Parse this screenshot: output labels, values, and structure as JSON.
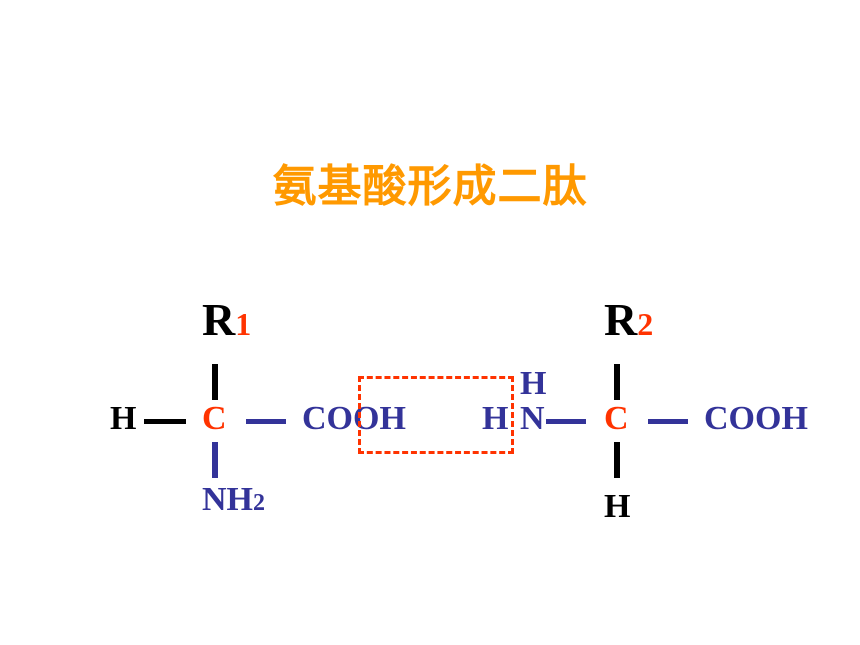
{
  "title": "氨基酸形成二肽",
  "amino_acid_1": {
    "r_letter": "R",
    "r_index": "1",
    "h": "H",
    "c": "C",
    "carboxyl": "COOH",
    "amino": "NH",
    "amino_sub": "2"
  },
  "amino_acid_2": {
    "r_letter": "R",
    "r_index": "2",
    "amino_h_top": "H",
    "amino_h_left": "H",
    "amino_n": "N",
    "c": "C",
    "carboxyl": "COOH",
    "h": "H"
  },
  "colors": {
    "title": "#ff9900",
    "alpha_carbon": "#ff3300",
    "groups": "#333399",
    "side_chain": "#000000",
    "dehydration_box": "#ff3300"
  }
}
